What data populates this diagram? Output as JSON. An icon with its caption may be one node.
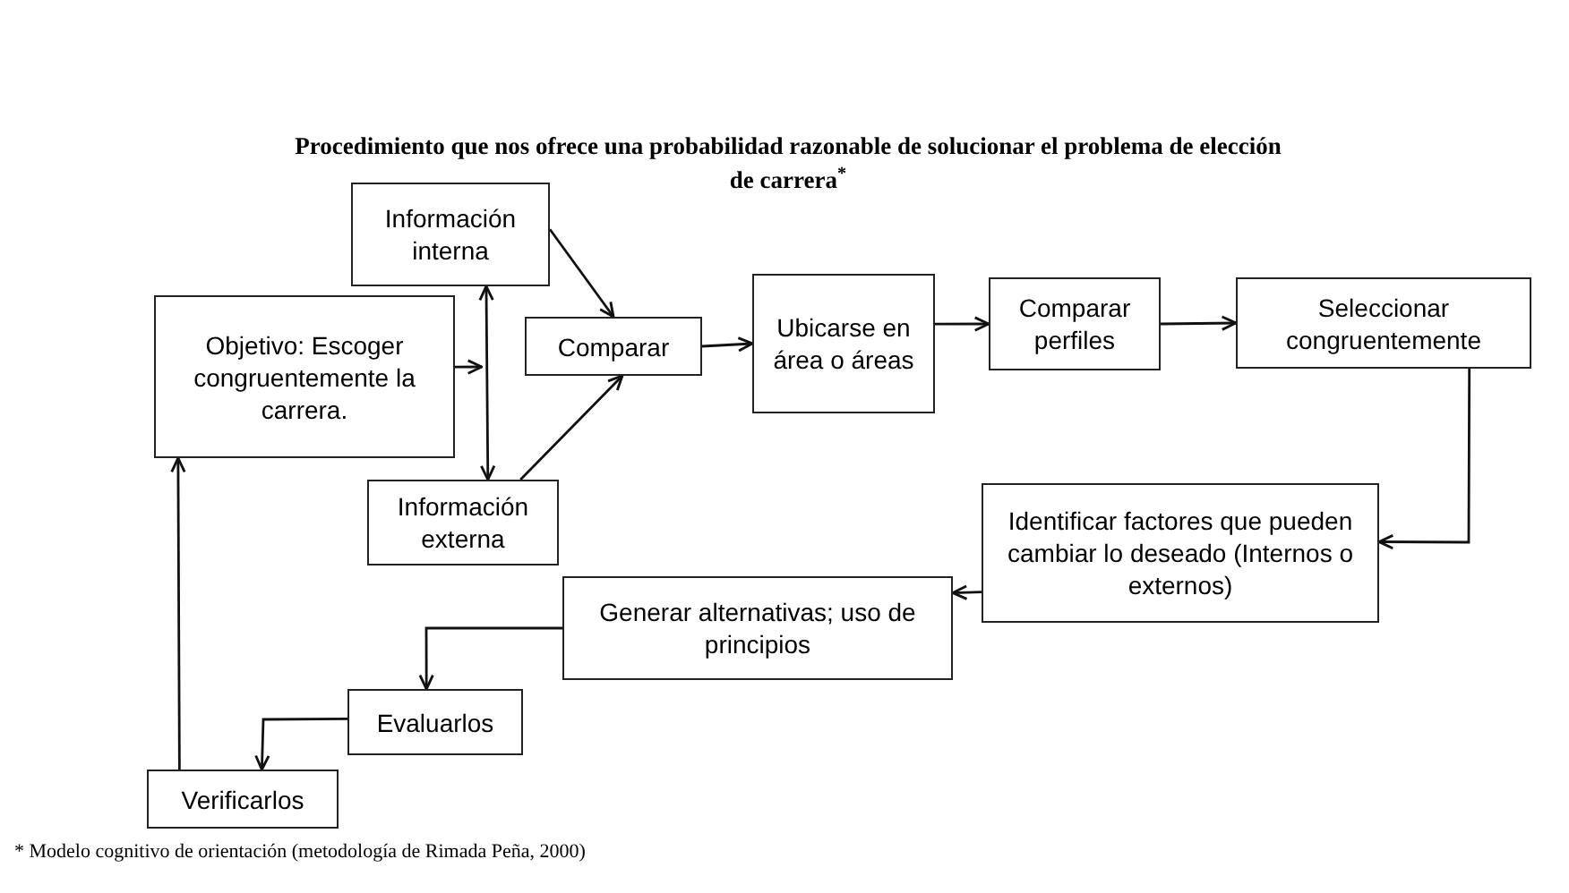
{
  "diagram": {
    "title": "Procedimiento que nos ofrece una probabilidad razonable de solucionar el problema de elección de carrera$^{*}$",
    "caption": "* Modelo cognitivo de orientación (metodología de Rimada Peña, 2000)",
    "nodes": [
      {
        "text": [
          "Objetivo: Escoger congruentemente la carrera."
        ]
      },
      {
        "text": [
          "Información interna"
        ]
      },
      {
        "text": [
          "Comparar"
        ]
      },
      {
        "text": [
          "Información externa"
        ]
      },
      {
        "text": [
          "Ubicarse en área o áreas"
        ]
      },
      {
        "text": [
          "Comparar perfiles"
        ]
      },
      {
        "text": [
          "Seleccionar congruentemente"
        ]
      },
      {
        "text": [
          "Identificar factores que pueden cambiar lo deseado (Internos o externos)"
        ]
      },
      {
        "text": [
          "Generar alternativas; uso de principios"
        ]
      },
      {
        "text": [
          "Evaluarlos"
        ]
      },
      {
        "text": [
          "Verificarlos"
        ]
      }
    ],
    "edges": [
      {
        "from": 0,
        "to": null,
        "arrow": "to"
      },
      {
        "from": 1,
        "to": 3,
        "arrow": "both"
      },
      {
        "from": 1,
        "to": 2,
        "arrow": "to"
      },
      {
        "from": 3,
        "to": 2,
        "arrow": "to"
      },
      {
        "from": 2,
        "to": 4,
        "arrow": "to"
      },
      {
        "from": 4,
        "to": 5,
        "arrow": "to"
      },
      {
        "from": 5,
        "to": 6,
        "arrow": "to"
      },
      {
        "from": 6,
        "to": 7,
        "arrow": "to"
      },
      {
        "from": 7,
        "to": 8,
        "arrow": "to"
      },
      {
        "from": 8,
        "to": 9,
        "arrow": "to"
      },
      {
        "from": 9,
        "to": 10,
        "arrow": "to"
      },
      {
        "from": 10,
        "to": 0,
        "arrow": "to"
      }
    ]
  }
}
